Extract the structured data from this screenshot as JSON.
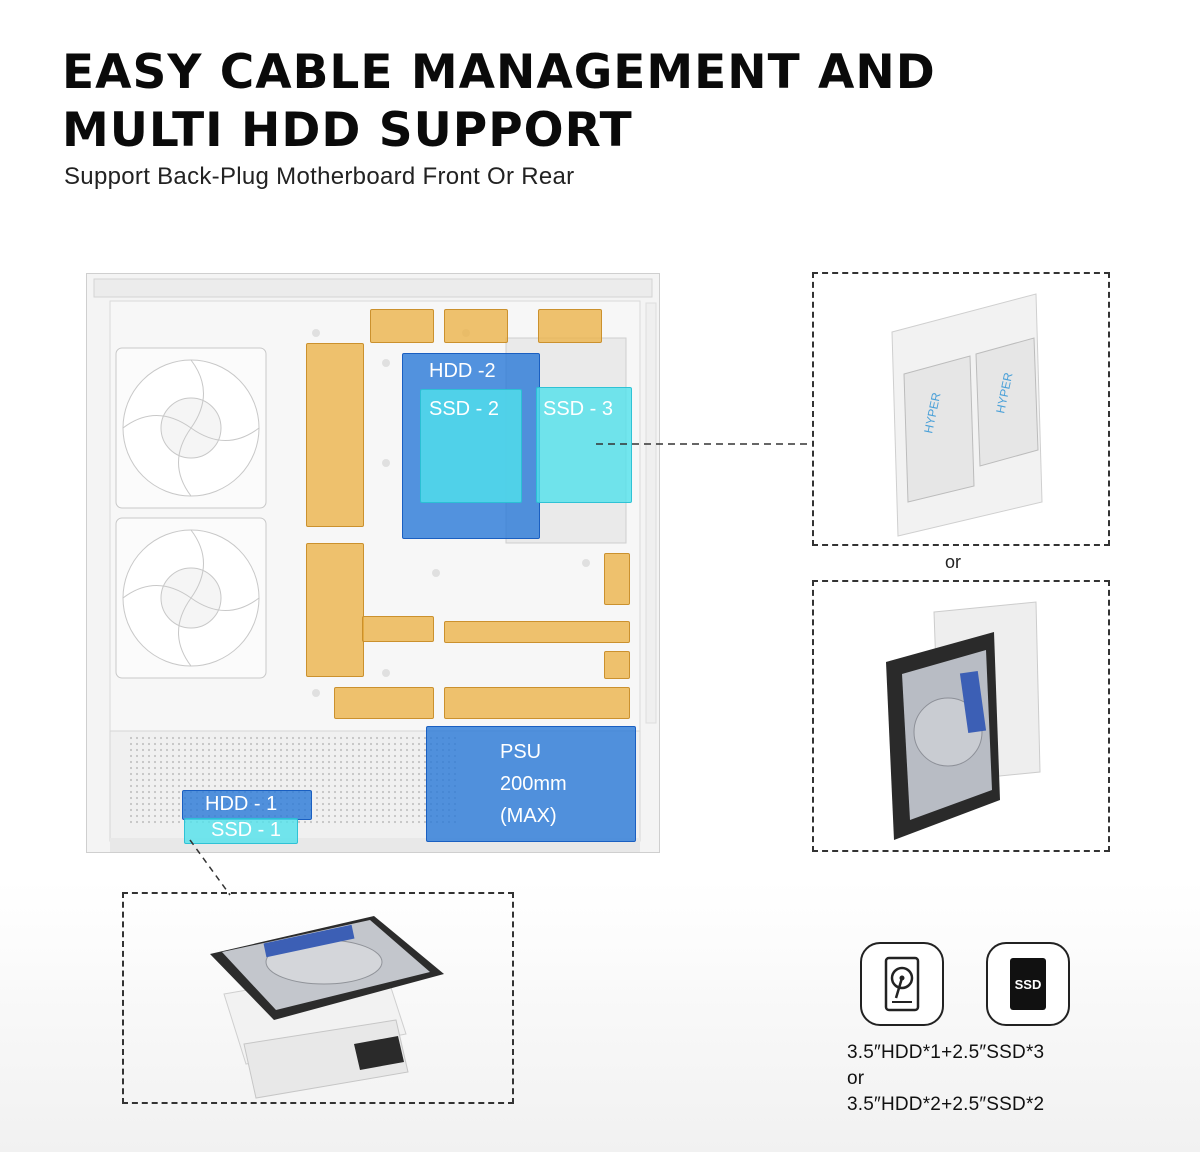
{
  "header": {
    "title_line1": "EASY CABLE MANAGEMENT AND",
    "title_line2": "MULTI HDD SUPPORT",
    "subtitle": "Support Back-Plug Motherboard Front Or Rear"
  },
  "case_zones": {
    "hdd2": "HDD -2",
    "ssd2": "SSD - 2",
    "ssd3": "SSD - 3",
    "psu_line1": "PSU",
    "psu_line2": "200mm",
    "psu_line3": "(MAX)",
    "hdd1": "HDD - 1",
    "ssd1": "SSD - 1"
  },
  "options": {
    "or_label": "or"
  },
  "icons": {
    "hdd_icon": "hdd-icon",
    "ssd_icon": "ssd-icon",
    "ssd_icon_text": "SSD"
  },
  "capacity": {
    "line1": "3.5″HDD*1+2.5″SSD*3",
    "or_label": "or",
    "line2": "3.5″HDD*2+2.5″SSD*2"
  },
  "colors": {
    "amber_zone": "#ecb246",
    "hdd_zone": "#2878d7",
    "ssd_zone": "#50e1eb"
  }
}
